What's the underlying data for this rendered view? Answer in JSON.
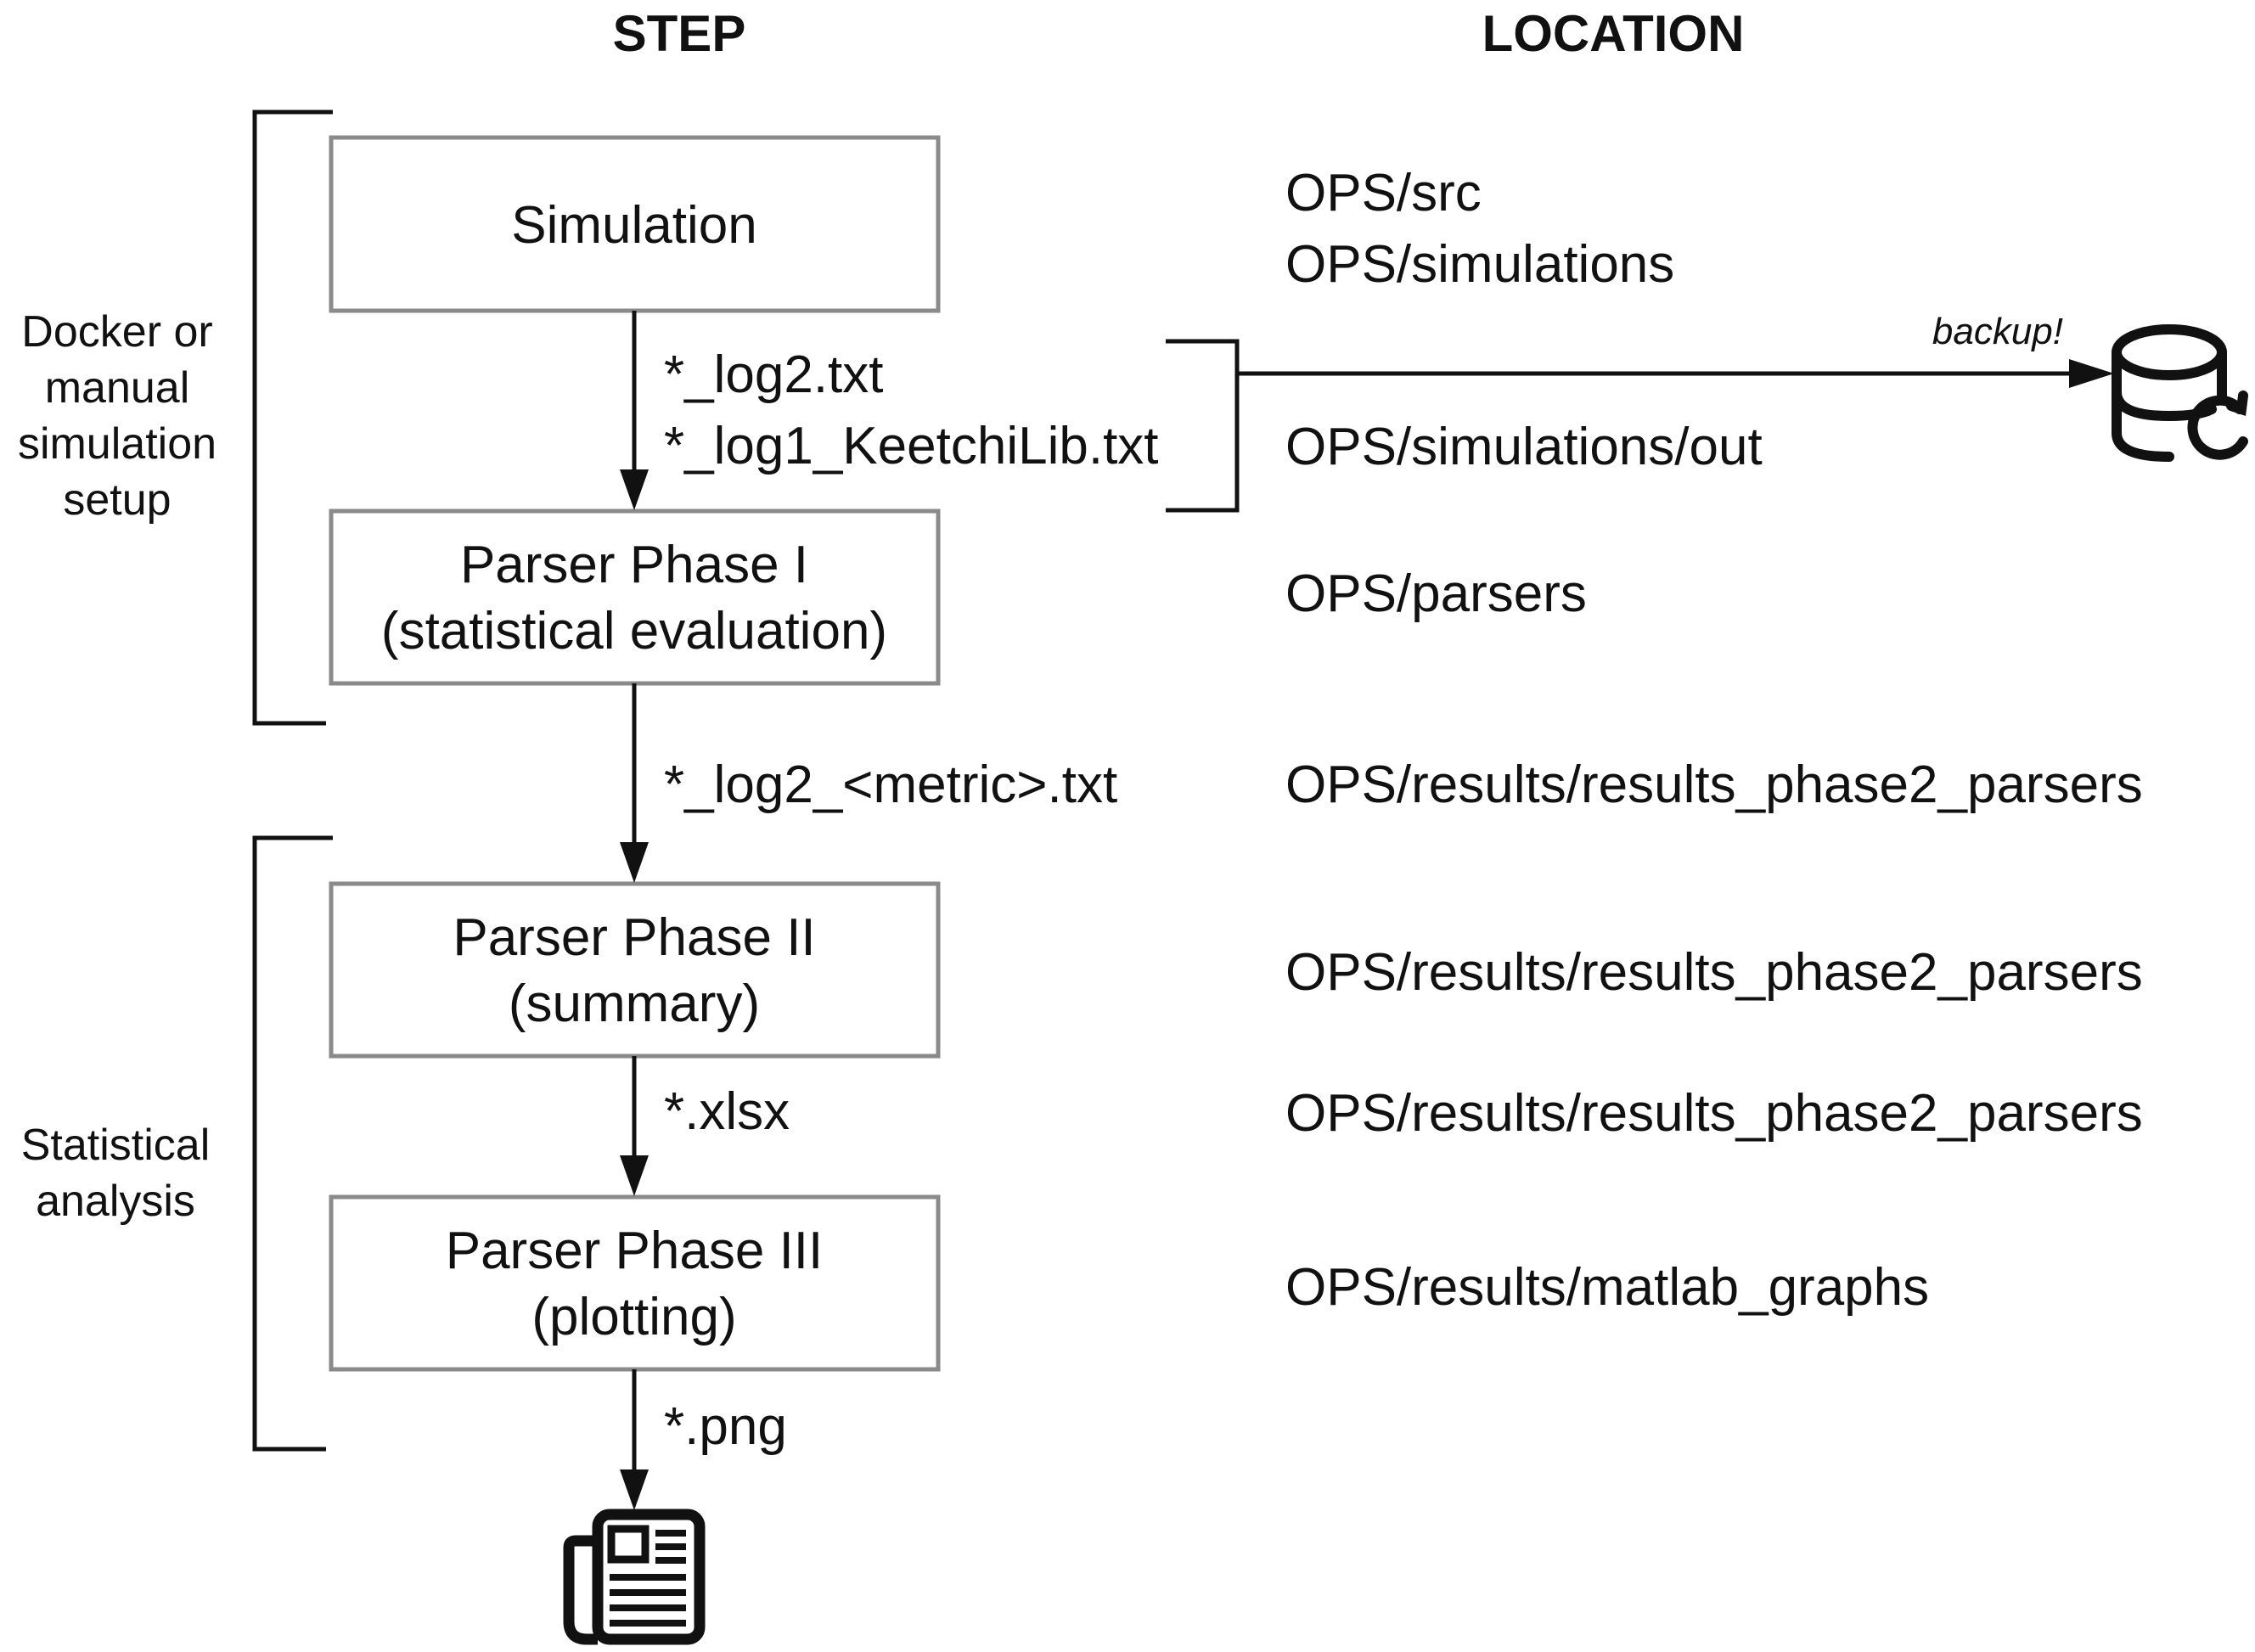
{
  "headers": {
    "step": "STEP",
    "location": "LOCATION"
  },
  "groups": {
    "setup": [
      "Docker or",
      "manual",
      "simulation",
      "setup"
    ],
    "analysis": [
      "Statistical",
      "analysis"
    ]
  },
  "steps": {
    "simulation": [
      "Simulation"
    ],
    "parser1": [
      "Parser Phase I",
      "(statistical evaluation)"
    ],
    "parser2": [
      "Parser Phase II",
      "(summary)"
    ],
    "parser3": [
      "Parser Phase III",
      "(plotting)"
    ]
  },
  "files": {
    "sim_out": [
      "*_log2.txt",
      "*_log1_KeetchiLib.txt"
    ],
    "metric": "*_log2_<metric>.txt",
    "xlsx": "*.xlsx",
    "png": "*.png"
  },
  "locations": {
    "simulation": [
      "OPS/src",
      "OPS/simulations"
    ],
    "sim_out": "OPS/simulations/out",
    "parser1": "OPS/parsers",
    "metric": "OPS/results/results_phase2_parsers",
    "parser2": "OPS/results/results_phase2_parsers",
    "xlsx": "OPS/results/results_phase2_parsers",
    "parser3": "OPS/results/matlab_graphs"
  },
  "backup_label": "backup!",
  "icons": {
    "backup": "database-sync-icon",
    "output": "newspaper-icon"
  }
}
